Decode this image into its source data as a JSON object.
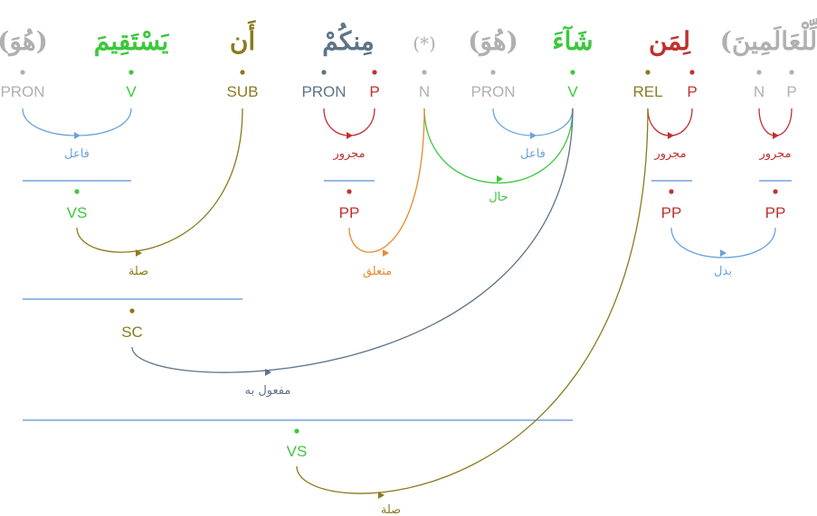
{
  "colors": {
    "gray": "#b0b0b0",
    "green": "#3cc83c",
    "olive": "#8b7a1e",
    "slate": "#5e7387",
    "red": "#c0312f",
    "blue": "#6aa2dc",
    "orange": "#e88a30",
    "line": "#5b8fd6"
  },
  "words": [
    {
      "text": "(هُوَ)",
      "color": "gray"
    },
    {
      "text": "يَسْتَقِيمَ",
      "color": "green"
    },
    {
      "text": "أَن",
      "color": "olive"
    },
    {
      "text": "مِنكُمْ",
      "color": "slate",
      "accent": "red"
    },
    {
      "text": "(*)",
      "color": "gray"
    },
    {
      "text": "(هُوَ)",
      "color": "gray"
    },
    {
      "text": "شَآءَ",
      "color": "green"
    },
    {
      "text": "لِمَن",
      "color": "red",
      "accent": "olive"
    },
    {
      "text": "(لِّلْعَالَمِينَ)",
      "color": "gray"
    }
  ],
  "tags": [
    {
      "text": "PRON",
      "color": "gray"
    },
    {
      "text": "V",
      "color": "green"
    },
    {
      "text": "SUB",
      "color": "olive"
    },
    {
      "text": "PRON",
      "color": "slate"
    },
    {
      "text": "P",
      "color": "red"
    },
    {
      "text": "N",
      "color": "gray"
    },
    {
      "text": "PRON",
      "color": "gray"
    },
    {
      "text": "V",
      "color": "green"
    },
    {
      "text": "REL",
      "color": "olive"
    },
    {
      "text": "P",
      "color": "red"
    },
    {
      "text": "N",
      "color": "gray"
    },
    {
      "text": "P",
      "color": "gray"
    }
  ],
  "phrases": [
    {
      "text": "VS",
      "color": "green"
    },
    {
      "text": "PP",
      "color": "red"
    },
    {
      "text": "PP",
      "color": "red"
    },
    {
      "text": "PP",
      "color": "red"
    },
    {
      "text": "SC",
      "color": "olive"
    },
    {
      "text": "VS",
      "color": "green"
    }
  ],
  "relations": [
    {
      "text": "فاعل",
      "color": "blue"
    },
    {
      "text": "مجرور",
      "color": "red"
    },
    {
      "text": "فاعل",
      "color": "blue"
    },
    {
      "text": "مجرور",
      "color": "red"
    },
    {
      "text": "مجرور",
      "color": "red"
    },
    {
      "text": "حال",
      "color": "green"
    },
    {
      "text": "صلة",
      "color": "olive"
    },
    {
      "text": "متعلق",
      "color": "orange"
    },
    {
      "text": "بدل",
      "color": "blue"
    },
    {
      "text": "مفعول به",
      "color": "slate"
    },
    {
      "text": "صلة",
      "color": "olive"
    }
  ]
}
